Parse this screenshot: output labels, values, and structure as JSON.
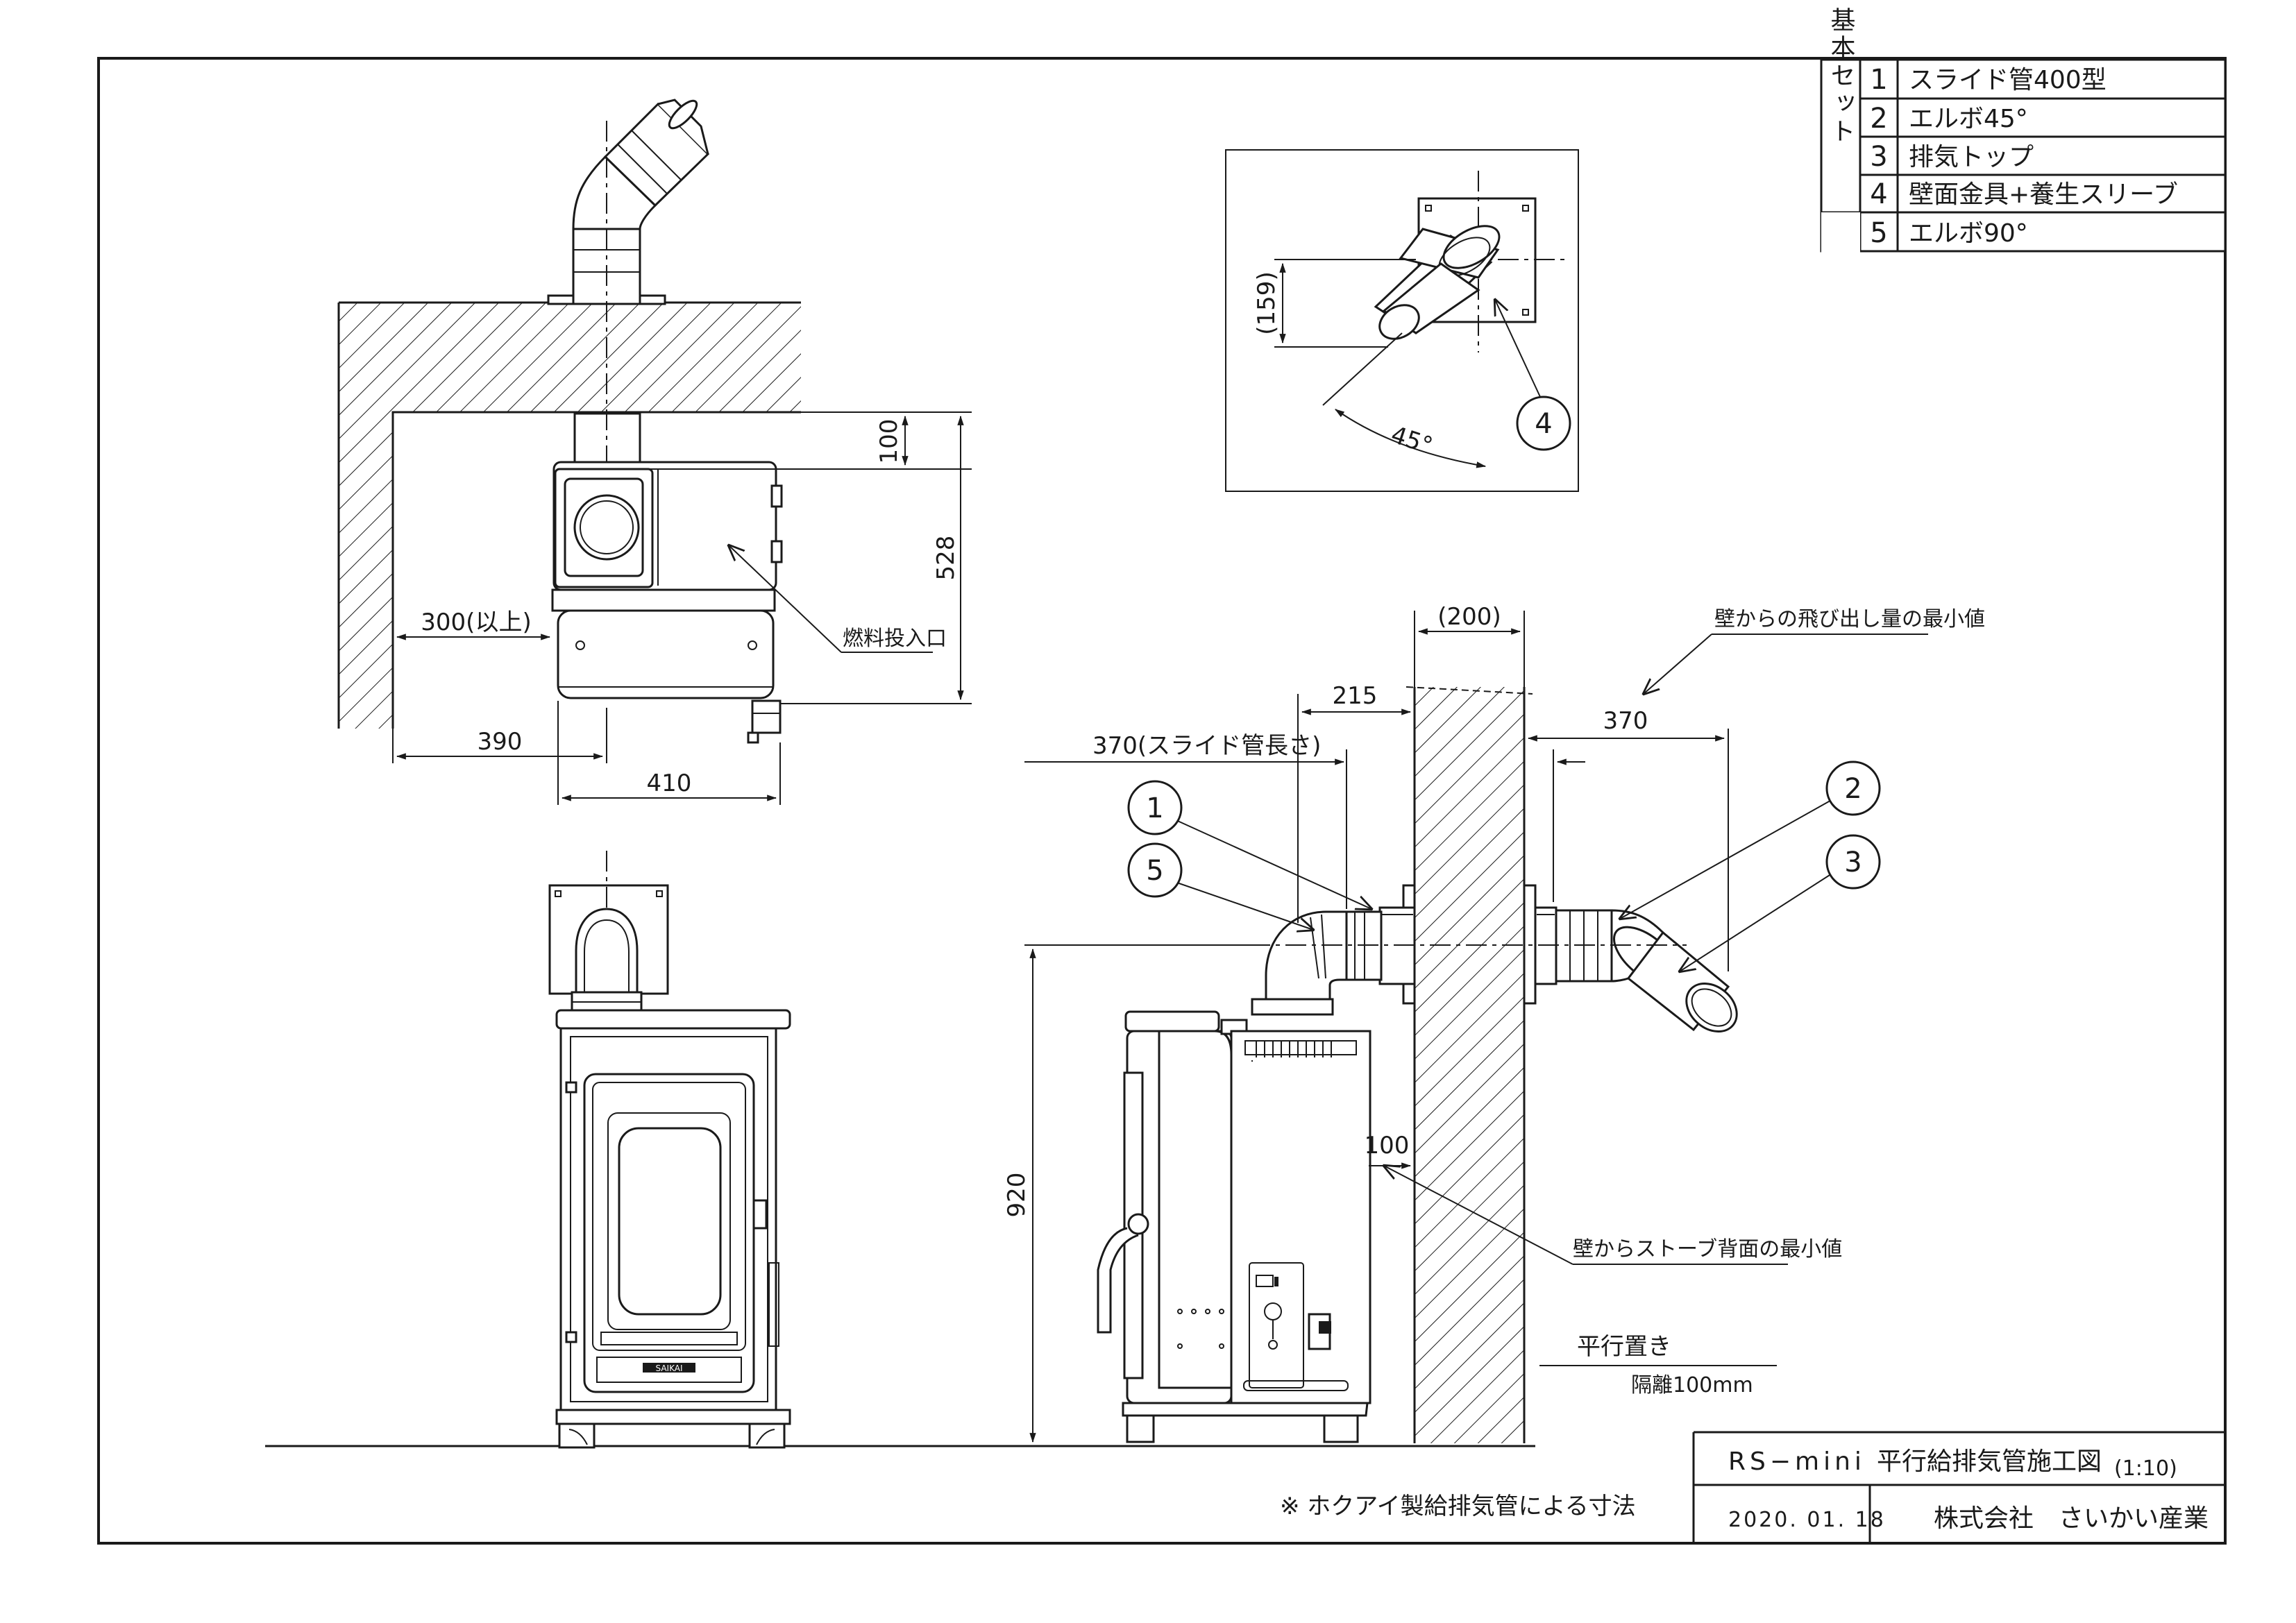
{
  "parts_table": {
    "group_label": "基本セット",
    "rows": [
      {
        "no": "1",
        "name": "スライド管400型"
      },
      {
        "no": "2",
        "name": "エルボ45°"
      },
      {
        "no": "3",
        "name": "排気トップ"
      },
      {
        "no": "4",
        "name": "壁面金具+養生スリーブ"
      },
      {
        "no": "5",
        "name": "エルボ90°"
      }
    ]
  },
  "top_view": {
    "dim_100": "100",
    "dim_528": "528",
    "dim_300": "300(以上)",
    "dim_390": "390",
    "dim_410": "410",
    "fuel_inlet_label": "燃料投入口"
  },
  "detail_view": {
    "dim_159": "(159)",
    "angle_45": "45°",
    "callout_4": "4"
  },
  "side_view": {
    "dim_200": "(200)",
    "dim_215": "215",
    "dim_370_right": "370",
    "dim_370_slide": "370(スライド管長さ)",
    "dim_920": "920",
    "dim_100_gap": "100",
    "note_protrusion": "壁からの飛び出し量の最小値",
    "note_backside": "壁からストーブ背面の最小値",
    "parallel_label": "平行置き",
    "distance_label": "隔離100mm",
    "callouts": [
      "1",
      "5",
      "2",
      "3"
    ]
  },
  "front_view": {
    "brand": "SAIKAI"
  },
  "footnote": "※ ホクアイ製給排気管による寸法",
  "title_block": {
    "model": "RS−mini",
    "title": "平行給排気管施工図",
    "scale": "(1:10)",
    "date": "2020. 01. 18",
    "company": "株式会社　さいかい産業"
  }
}
